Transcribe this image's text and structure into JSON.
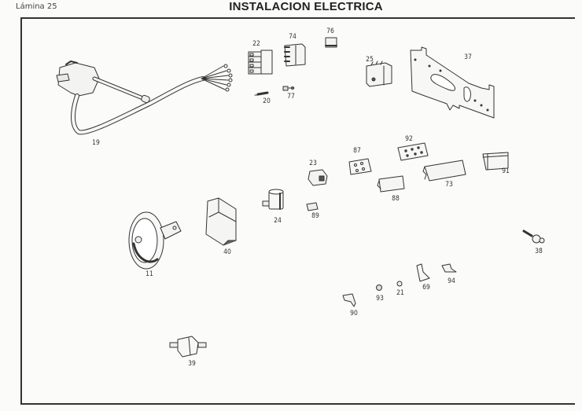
{
  "header": {
    "sheet_label": "Lámina 25",
    "title": "INSTALACION ELECTRICA"
  },
  "parts": [
    {
      "id": "part-19",
      "number": "19",
      "description": "combination-switch-with-harness"
    },
    {
      "id": "part-22",
      "number": "22",
      "description": "multi-pin-connector"
    },
    {
      "id": "part-74",
      "number": "74",
      "description": "multi-pin-connector"
    },
    {
      "id": "part-76",
      "number": "76",
      "description": "small-connector-block"
    },
    {
      "id": "part-20",
      "number": "20",
      "description": "fuse"
    },
    {
      "id": "part-77",
      "number": "77",
      "description": "terminal"
    },
    {
      "id": "part-25",
      "number": "25",
      "description": "fuse-box"
    },
    {
      "id": "part-37",
      "number": "37",
      "description": "mounting-plate"
    },
    {
      "id": "part-92",
      "number": "92",
      "description": "connector-block"
    },
    {
      "id": "part-87",
      "number": "87",
      "description": "connector-block"
    },
    {
      "id": "part-23",
      "number": "23",
      "description": "connector"
    },
    {
      "id": "part-91",
      "number": "91",
      "description": "connector"
    },
    {
      "id": "part-73",
      "number": "73",
      "description": "connector-housing"
    },
    {
      "id": "part-88",
      "number": "88",
      "description": "connector-housing"
    },
    {
      "id": "part-89",
      "number": "89",
      "description": "small-connector"
    },
    {
      "id": "part-24",
      "number": "24",
      "description": "flasher-relay"
    },
    {
      "id": "part-40",
      "number": "40",
      "description": "relay-box"
    },
    {
      "id": "part-11",
      "number": "11",
      "description": "horn"
    },
    {
      "id": "part-38",
      "number": "38",
      "description": "sensor"
    },
    {
      "id": "part-94",
      "number": "94",
      "description": "clip"
    },
    {
      "id": "part-69",
      "number": "69",
      "description": "bracket"
    },
    {
      "id": "part-21",
      "number": "21",
      "description": "nut"
    },
    {
      "id": "part-93",
      "number": "93",
      "description": "nut"
    },
    {
      "id": "part-90",
      "number": "90",
      "description": "terminal-cover"
    },
    {
      "id": "part-39",
      "number": "39",
      "description": "pressure-switch"
    }
  ]
}
